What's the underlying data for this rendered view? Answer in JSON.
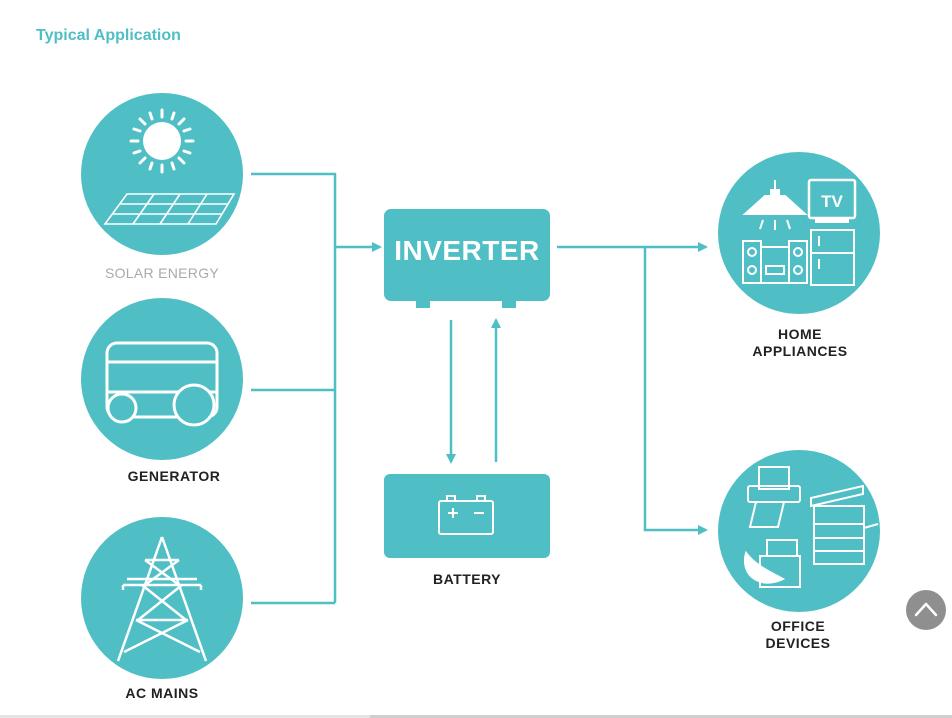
{
  "page": {
    "title": "Typical Application"
  },
  "diagram": {
    "inverter": "INVERTER",
    "sources": {
      "solar": "SOLAR ENERGY",
      "generator": "GENERATOR",
      "ac_mains": "AC MAINS"
    },
    "battery": "BATTERY",
    "battery_terminals": "+ −",
    "loads": {
      "home": [
        "HOME",
        "APPLIANCES"
      ],
      "office": [
        "OFFICE",
        "DEVICES"
      ]
    },
    "tv_label": "TV",
    "accent_color": "#4fbfc5"
  },
  "controls": {
    "scroll_top_icon": "chevron-up-icon"
  }
}
